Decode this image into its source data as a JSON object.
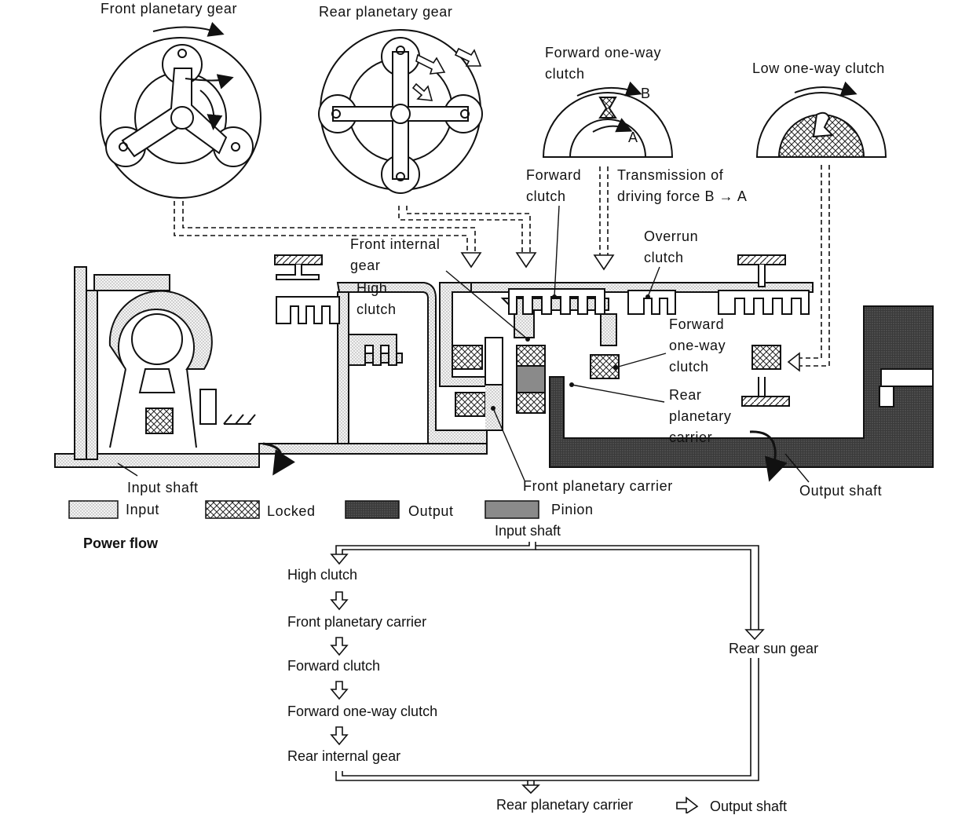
{
  "gears": {
    "front_title": "Front planetary gear",
    "rear_title": "Rear planetary gear",
    "fwd_owc_title": "Forward one-way\nclutch",
    "low_owc_title": "Low one-way clutch",
    "point_a": "A",
    "point_b": "B",
    "transmission_note": "Transmission of\ndriving force B → A"
  },
  "callouts": {
    "forward_clutch": "Forward\nclutch",
    "front_internal_gear": "Front internal\ngear",
    "high_clutch": "High\nclutch",
    "overrun_clutch": "Overrun\nclutch",
    "forward_owc": "Forward\none-way\nclutch",
    "rear_planetary_carrier": "Rear\nplanetary\ncarrier",
    "input_shaft": "Input shaft",
    "front_planetary_carrier": "Front planetary carrier",
    "output_shaft": "Output shaft"
  },
  "legend": [
    {
      "label": "Input",
      "pattern": "input"
    },
    {
      "label": "Locked",
      "pattern": "locked"
    },
    {
      "label": "Output",
      "pattern": "output"
    },
    {
      "label": "Pinion",
      "pattern": "pinion"
    }
  ],
  "power_flow": {
    "title": "Power flow",
    "top": "Input shaft",
    "left_steps": [
      "High clutch",
      "Front planetary carrier",
      "Forward clutch",
      "Forward one-way clutch",
      "Rear internal gear"
    ],
    "right_step": "Rear sun gear",
    "bottom": "Rear planetary carrier",
    "final": "Output shaft"
  },
  "colors": {
    "input_fill": "#ececec",
    "output_fill": "#4a4a4a",
    "pinion_fill": "#8a8a8a",
    "line": "#111111"
  }
}
